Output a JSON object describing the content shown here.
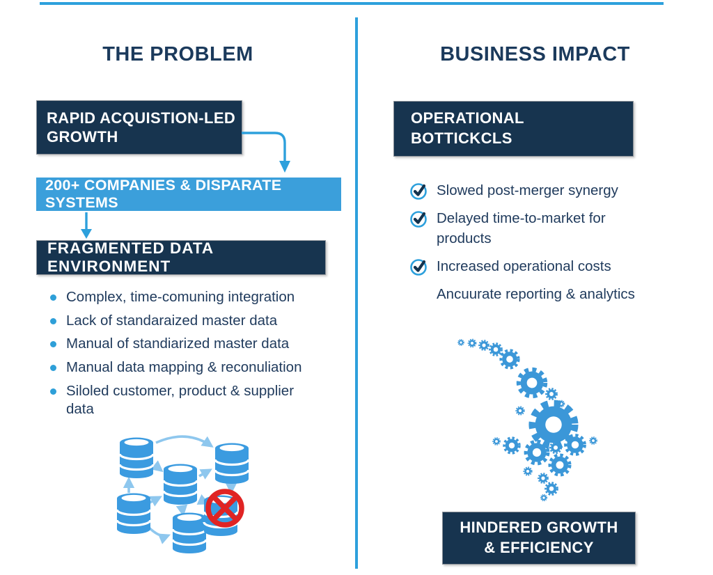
{
  "headings": {
    "problem": "THE PROBLEM",
    "impact": "BUSINESS IMPACT"
  },
  "problem": {
    "growth_box": {
      "line1": "RAPID ACQUISTION-LED",
      "line2": "GROWTH"
    },
    "companies_bar": "200+ COMPANIES & DISPARATE SYSTEMS",
    "fragmented_box": "FRAGMENTED DATA ENVIRONMENT",
    "bullets": [
      "Complex, time-comuning integration",
      "Lack of standaraized master data",
      "Manual of standiarized master data",
      "Manual data mapping & reconuliation",
      "Siloled customer, product & supplier data"
    ]
  },
  "impact": {
    "bottlenecks_box": {
      "line1": "OPERATIONAL",
      "line2": "BOTTICKCLS"
    },
    "checklist": [
      {
        "label": "Slowed post-merger synergy",
        "checked": true
      },
      {
        "label": "Delayed time-to-market for products",
        "checked": true
      },
      {
        "label": "Increased operational costs",
        "checked": true
      },
      {
        "label": "Ancuurate reporting & analytics",
        "checked": false
      }
    ],
    "hindered_box": {
      "line1": "HINDERED GROWTH",
      "line2": "& EFFICIENCY"
    }
  },
  "icons": {
    "check_circle": "check-circle-icon",
    "gears_arrow": "downward-arrow-made-of-gears",
    "database_network": "connected-databases-with-error-cross"
  },
  "colors": {
    "navy_box": "#17344f",
    "heading_text": "#1b3a5c",
    "body_text": "#1f3a5c",
    "accent_blue": "#2da0dc",
    "bar_blue": "#3b9fdb",
    "gear_blue": "#3b97d8",
    "database_blue": "#3b9be0",
    "light_arrow_blue": "#8ec7ee",
    "error_red": "#e02424"
  }
}
